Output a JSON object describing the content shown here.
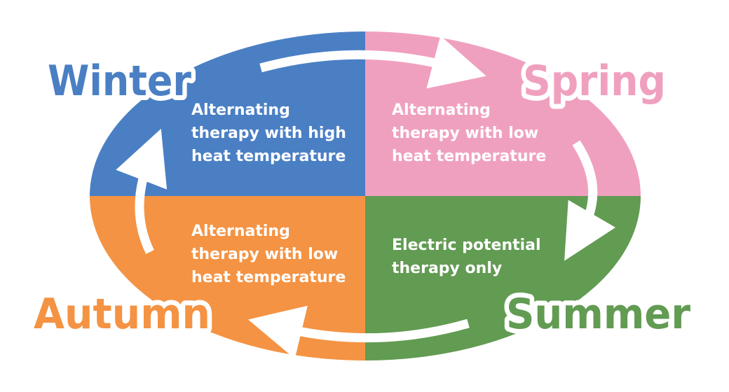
{
  "colors": {
    "winter": "#4a7fc4",
    "spring": "#f0a0bf",
    "summer": "#629b52",
    "autumn": "#f49343",
    "arrow": "#ffffff"
  },
  "seasons": {
    "winter": {
      "label": "Winter",
      "therapy": [
        "Alternating",
        "therapy with high",
        "heat temperature"
      ]
    },
    "spring": {
      "label": "Spring",
      "therapy": [
        "Alternating",
        "therapy with low",
        "heat temperature"
      ]
    },
    "summer": {
      "label": "Summer",
      "therapy": [
        "Electric potential",
        "therapy only"
      ]
    },
    "autumn": {
      "label": "Autumn",
      "therapy": [
        "Alternating",
        "therapy with low",
        "heat temperature"
      ]
    }
  },
  "cycle_order": [
    "winter",
    "spring",
    "summer",
    "autumn"
  ]
}
